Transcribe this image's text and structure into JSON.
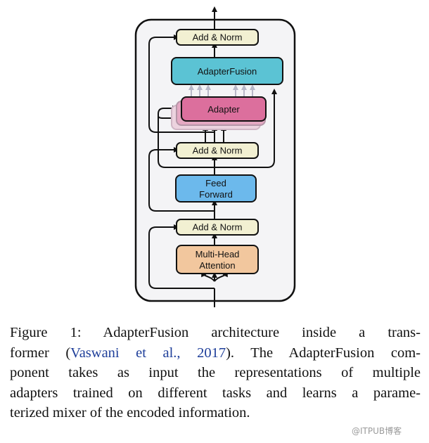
{
  "diagram": {
    "boxes": {
      "add_norm_top": "Add & Norm",
      "adapter_fusion": "AdapterFusion",
      "adapter": "Adapter",
      "add_norm_middle": "Add & Norm",
      "feed_forward": [
        "Feed",
        "Forward"
      ],
      "add_norm_bottom": "Add & Norm",
      "multi_head_attention": [
        "Multi-Head",
        "Attention"
      ]
    },
    "colors": {
      "add_norm": "#f2f0d2",
      "adapter_fusion": "#5bc3d4",
      "adapter": "#dc6f9d",
      "feed_forward": "#6cb9ec",
      "attention": "#f2c79e"
    }
  },
  "caption": {
    "line1": "Figure 1:  AdapterFusion architecture inside a trans-",
    "line2_prefix": "former (",
    "line2_cite": "Vaswani et al., 2017",
    "line2_suffix": "). The AdapterFusion com-",
    "line3": "ponent takes as input the representations of multiple",
    "line4": "adapters trained on different tasks and learns a parame-",
    "line5": "terized mixer of the encoded information."
  },
  "watermark": "@ITPUB博客"
}
